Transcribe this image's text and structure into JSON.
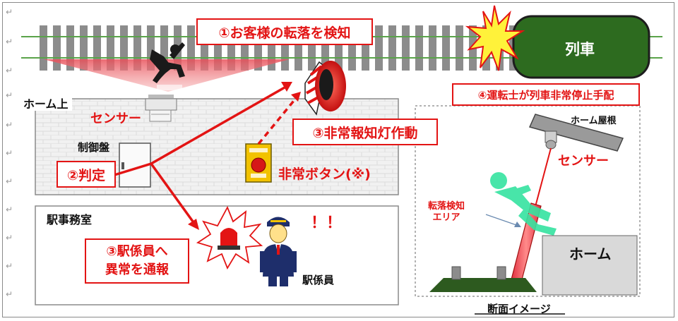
{
  "callouts": {
    "step1": "①お客様の転落を検知",
    "step2": "②判定",
    "step3_light": "③非常報知灯作動",
    "step3_staff_line1": "③駅係員へ",
    "step3_staff_line2": "異常を通報",
    "step4": "④運転士が列車非常停止手配"
  },
  "labels": {
    "train": "列車",
    "platform_top": "ホーム上",
    "sensor": "センサー",
    "control_panel": "制御盤",
    "emergency_button": "非常ボタン(※)",
    "station_office": "駅事務室",
    "exclamation": "！！",
    "station_staff": "駅係員",
    "roof": "ホーム屋根",
    "section_sensor": "センサー",
    "detection_area_line1": "転落検知",
    "detection_area_line2": "エリア",
    "platform_section": "ホーム",
    "section_caption": "断面イメージ"
  },
  "colors": {
    "accent_red": "#e31414",
    "train_green": "#2d6b1f",
    "rail_green": "#5aa34a",
    "sleeper_gray": "#8c8c8c",
    "person_green": "#35e3a0"
  }
}
